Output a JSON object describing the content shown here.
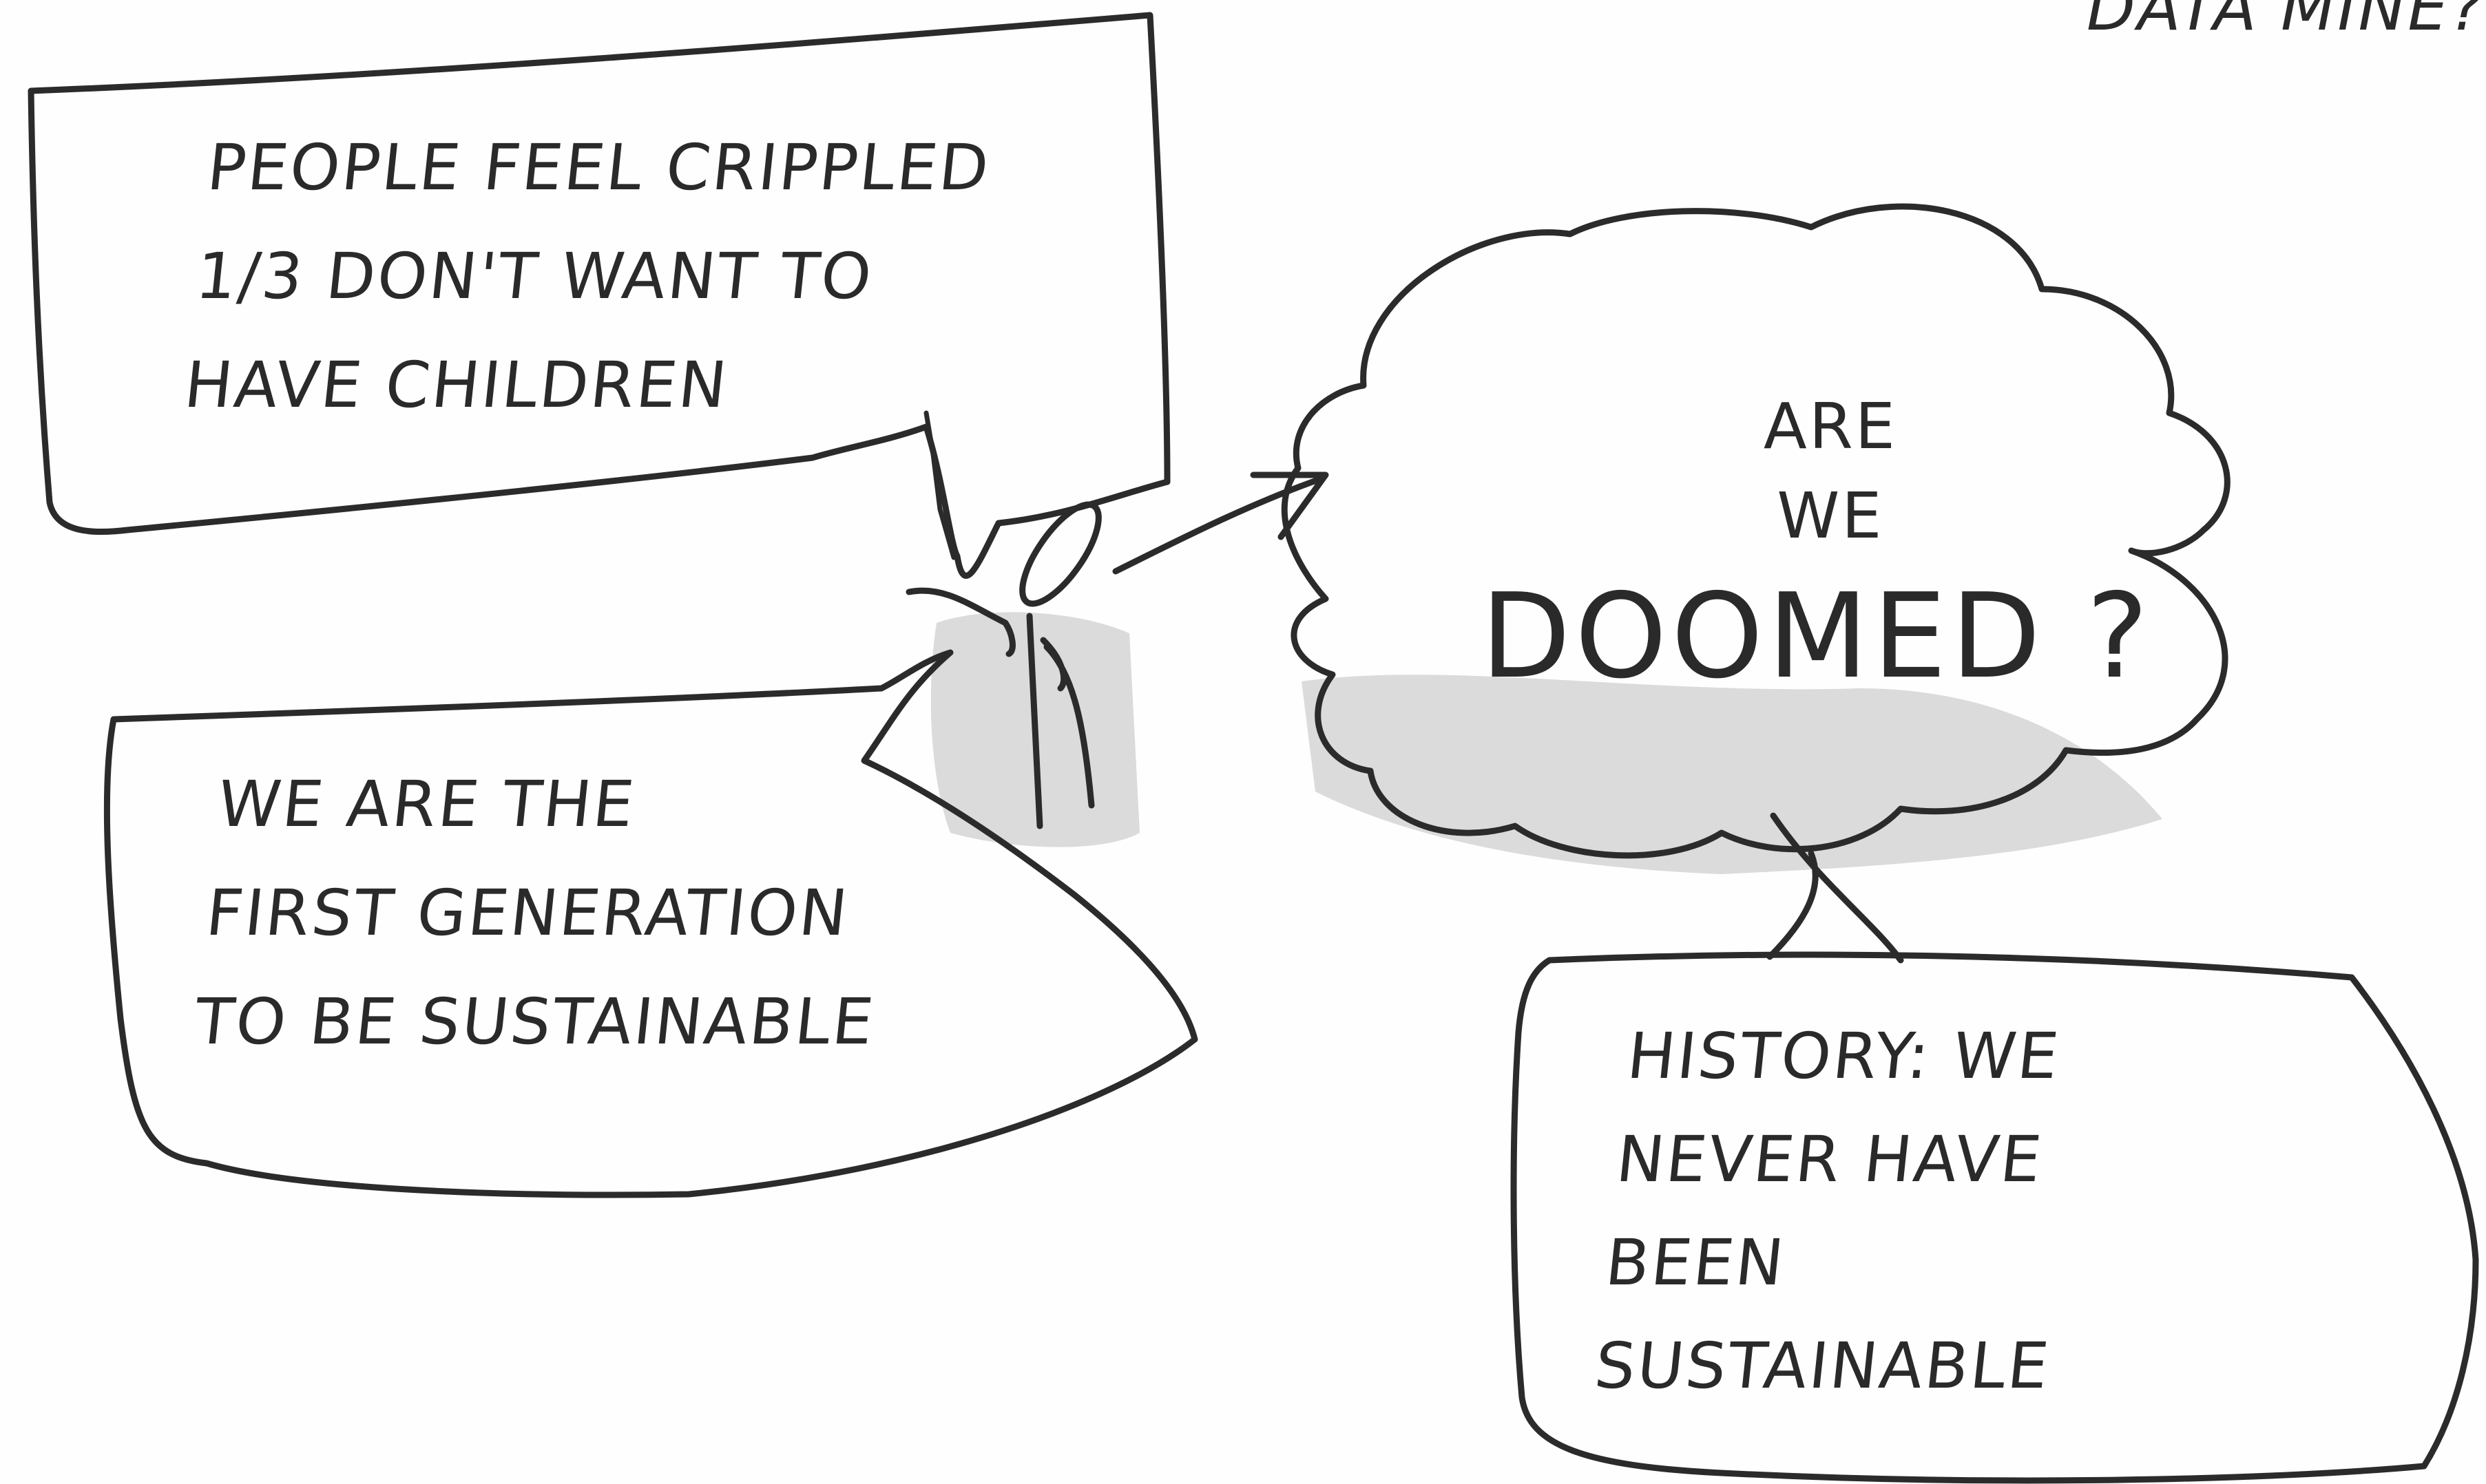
{
  "corner_text": "DATA MINE?",
  "bubbles": {
    "top_left": [
      "PEOPLE FEEL CRIPPLED",
      "1/3 DON'T WANT TO",
      "HAVE CHILDREN"
    ],
    "bottom_left": [
      "WE ARE THE",
      "FIRST GENERATION",
      "TO BE SUSTAINABLE"
    ],
    "thought": [
      "ARE",
      "WE",
      "DOOMED ?"
    ],
    "bottom_right": [
      "HISTORY: WE",
      "NEVER HAVE",
      "BEEN",
      "SUSTAINABLE"
    ]
  }
}
